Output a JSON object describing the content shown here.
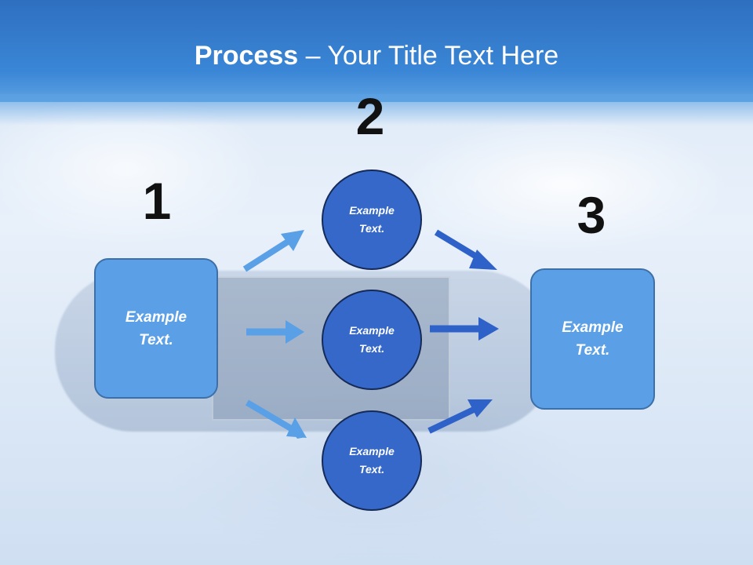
{
  "title": {
    "bold": "Process",
    "rest": " – Your Title Text Here"
  },
  "numbers": {
    "one": "1",
    "two": "2",
    "three": "3"
  },
  "left_box": {
    "line1": "Example",
    "line2": "Text."
  },
  "right_box": {
    "line1": "Example",
    "line2": "Text."
  },
  "circles": [
    {
      "line1": "Example",
      "line2": "Text."
    },
    {
      "line1": "Example",
      "line2": "Text."
    },
    {
      "line1": "Example",
      "line2": "Text."
    }
  ],
  "colors": {
    "header": "#3a86d6",
    "box_fill": "#5ba0e6",
    "circle_fill": "#3568c8",
    "left_arrow": "#5aa0e6",
    "right_arrow": "#2f62c8"
  }
}
